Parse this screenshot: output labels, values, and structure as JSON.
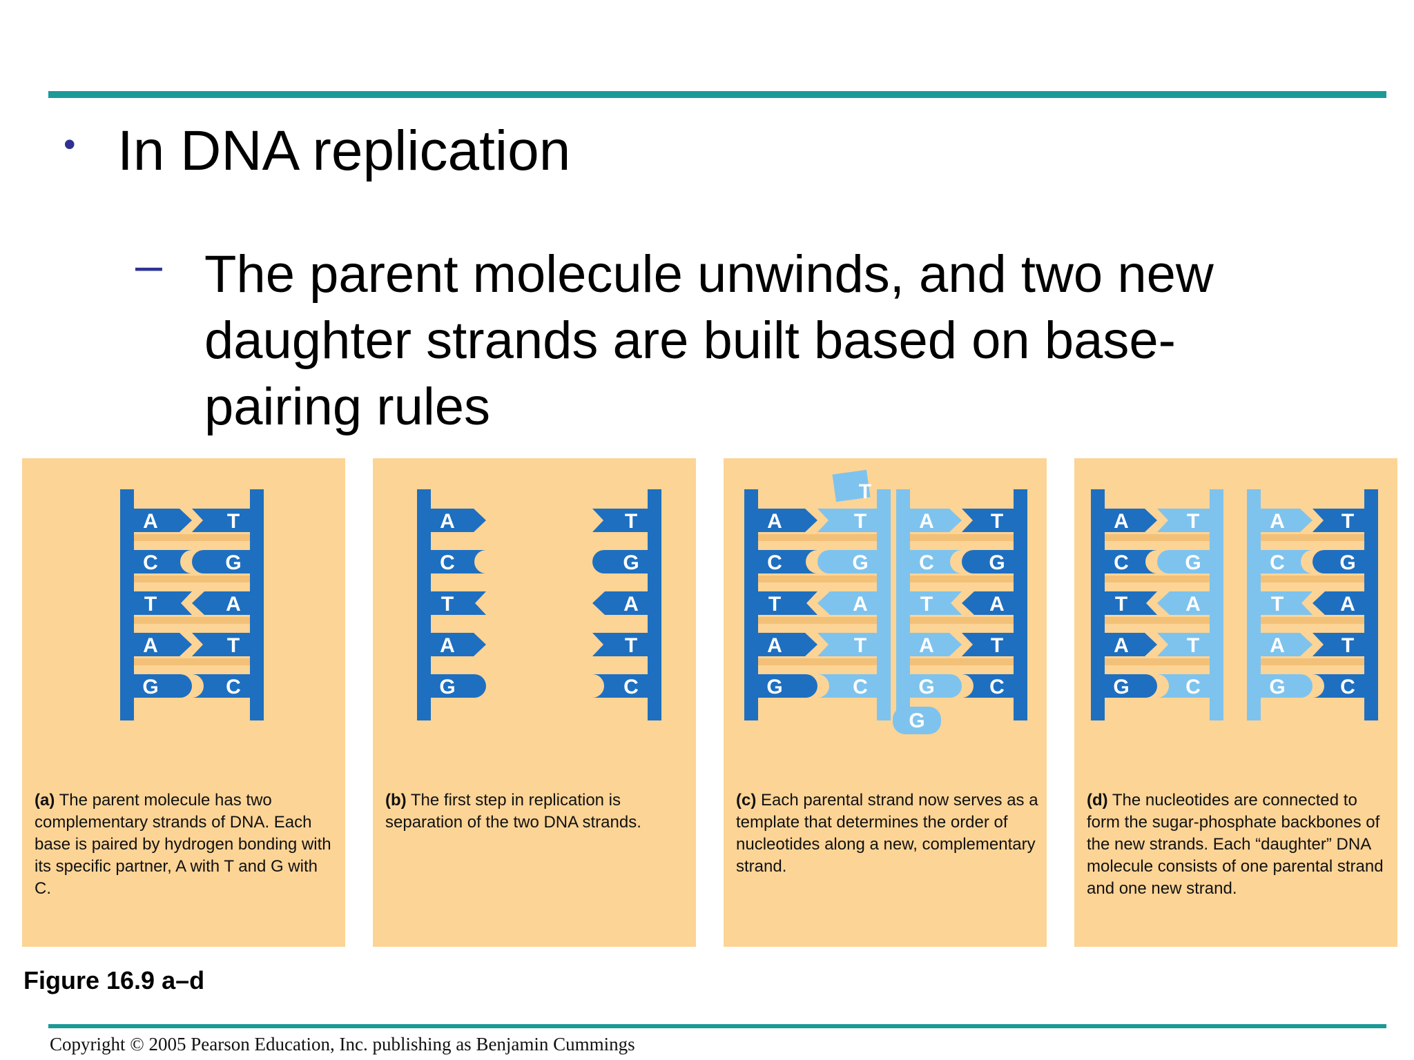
{
  "slide": {
    "bullet1": "In DNA replication",
    "bullet2": "The parent molecule unwinds, and two new daughter strands are built based on base-pairing rules",
    "figure_label": "Figure 16.9 a–d",
    "copyright": "Copyright © 2005 Pearson Education, Inc. publishing as Benjamin Cummings"
  },
  "colors": {
    "teal_rule": "#1b9a98",
    "bullet_accent": "#2e3192",
    "panel_bg": "#fcd496",
    "parent_strand": "#1e6fc0",
    "new_strand": "#7ec3ee",
    "rung": "#f3c078"
  },
  "panels": [
    {
      "id": "a",
      "label": "(a)",
      "caption": "The parent molecule has two complementary strands of DNA. Each base is paired by hydrogen bonding with its specific partner, A with T and G with C.",
      "left_bases": [
        "A",
        "C",
        "T",
        "A",
        "G"
      ],
      "right_bases": [
        "T",
        "G",
        "A",
        "T",
        "C"
      ]
    },
    {
      "id": "b",
      "label": "(b)",
      "caption": "The first step in replication is separation of the two DNA strands.",
      "left_bases": [
        "A",
        "C",
        "T",
        "A",
        "G"
      ],
      "right_bases": [
        "T",
        "G",
        "A",
        "T",
        "C"
      ]
    },
    {
      "id": "c",
      "label": "(c)",
      "caption": "Each parental strand now serves as a template that determines the order of nucleotides along a new, complementary strand.",
      "left_bases": [
        "A",
        "C",
        "T",
        "A",
        "G"
      ],
      "left_new_bases": [
        "T",
        "G",
        "A",
        "T",
        "C"
      ],
      "right_new_bases": [
        "A",
        "C",
        "T",
        "A",
        "G"
      ],
      "right_bases": [
        "T",
        "G",
        "A",
        "T",
        "C"
      ]
    },
    {
      "id": "d",
      "label": "(d)",
      "caption": "The nucleotides are connected to form the sugar-phosphate backbones of the new strands. Each “daughter” DNA molecule consists of one parental strand and one new strand.",
      "left_bases": [
        "A",
        "C",
        "T",
        "A",
        "G"
      ],
      "left_new_bases": [
        "T",
        "G",
        "A",
        "T",
        "C"
      ],
      "right_new_bases": [
        "A",
        "C",
        "T",
        "A",
        "G"
      ],
      "right_bases": [
        "T",
        "G",
        "A",
        "T",
        "C"
      ]
    }
  ]
}
